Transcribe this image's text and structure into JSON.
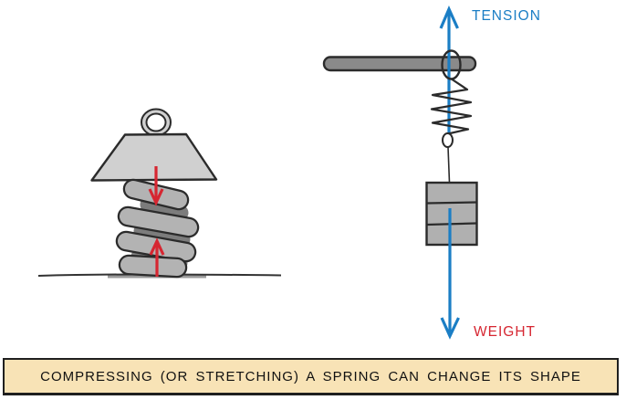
{
  "labels": {
    "tension": "TENSION",
    "weight": "WEIGHT"
  },
  "caption": {
    "text": "COMPRESSING (OR STRETCHING) A SPRING CAN CHANGE ITS SHAPE"
  },
  "colors": {
    "background": "#ffffff",
    "blue": "#1b7ec5",
    "red": "#d62631",
    "outline": "#2b2b2b",
    "bar-gray": "#8a8a8a",
    "weight-gray": "#b0b0b0",
    "shade-gray": "#d0d0d0",
    "coil-light": "#b3b3b3",
    "coil-dark": "#7c7c7c",
    "ground": "#333333",
    "caption-bg": "#f8e3b6",
    "caption-border": "#1f1f1f"
  }
}
